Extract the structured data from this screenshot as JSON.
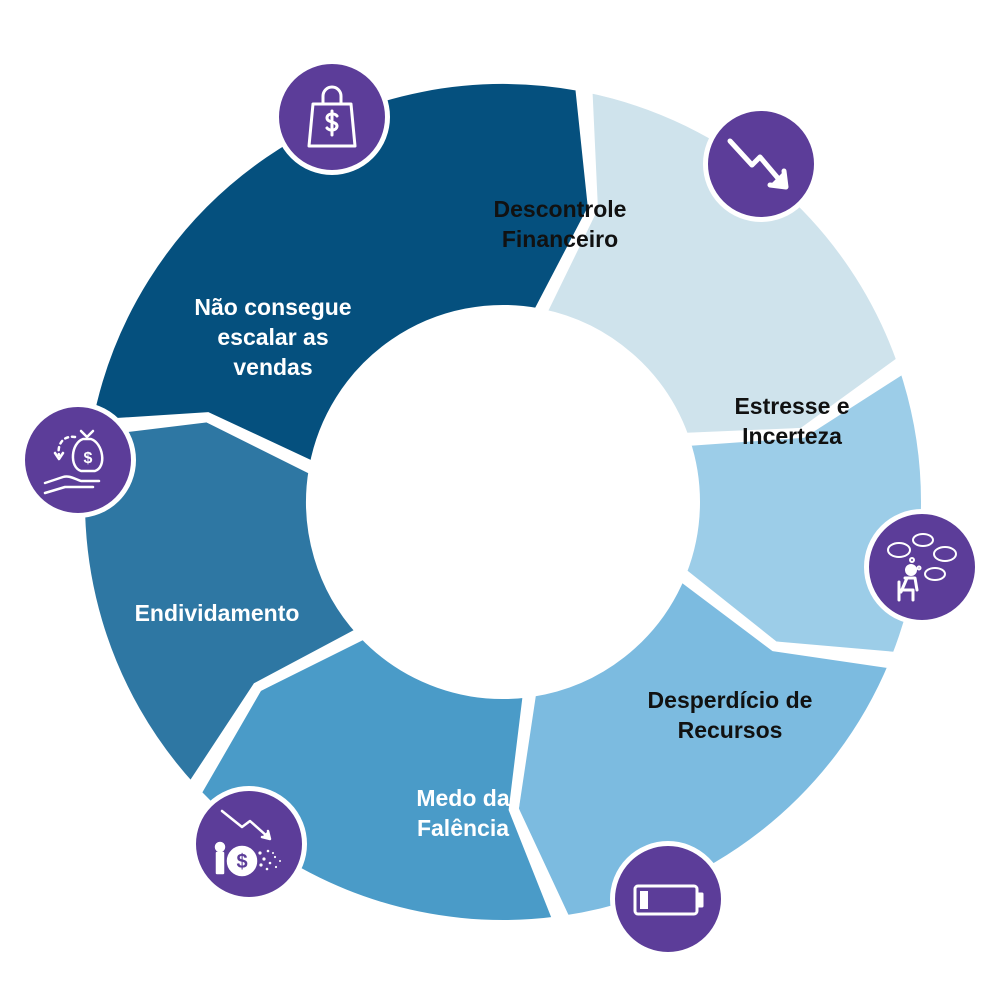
{
  "segments": [
    {
      "label": "Descontrole\nFinanceiro",
      "color": "#cfe3ec",
      "text_color": "#111111"
    },
    {
      "label": "Estresse e\nIncerteza",
      "color": "#9ccde8",
      "text_color": "#111111"
    },
    {
      "label": "Desperdício de\nRecursos",
      "color": "#7cbbe0",
      "text_color": "#111111"
    },
    {
      "label": "Medo da\nFalência",
      "color": "#4a9bc8",
      "text_color": "#ffffff"
    },
    {
      "label": "Endividamento",
      "color": "#2e77a3",
      "text_color": "#ffffff"
    },
    {
      "label": "Não consegue\nescalar as\nvendas",
      "color": "#05507e",
      "text_color": "#ffffff"
    }
  ],
  "icons": [
    {
      "name": "shopping-bag-dollar-icon",
      "color": "#5c3d99"
    },
    {
      "name": "trending-down-arrow-icon",
      "color": "#5c3d99"
    },
    {
      "name": "stressed-person-thoughts-icon",
      "color": "#5c3d99"
    },
    {
      "name": "low-battery-icon",
      "color": "#5c3d99"
    },
    {
      "name": "money-loss-bankruptcy-icon",
      "color": "#5c3d99"
    },
    {
      "name": "hand-money-bag-icon",
      "color": "#5c3d99"
    }
  ]
}
